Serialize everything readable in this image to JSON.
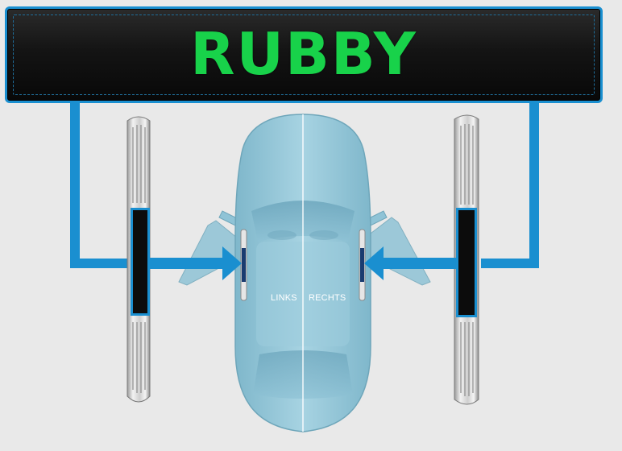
{
  "banner": {
    "title": "RUBBY"
  },
  "car": {
    "left_label": "LINKS",
    "right_label": "RECHTS"
  },
  "colors": {
    "accent": "#1a8fd0",
    "title": "#18d24a",
    "banner_bg": "#111111",
    "car": "#8fc3d6",
    "background": "#e9e9e9"
  },
  "icons": [
    "door-sill-left-icon",
    "door-sill-right-icon",
    "car-topview-icon",
    "arrow-right-icon",
    "arrow-left-icon"
  ]
}
